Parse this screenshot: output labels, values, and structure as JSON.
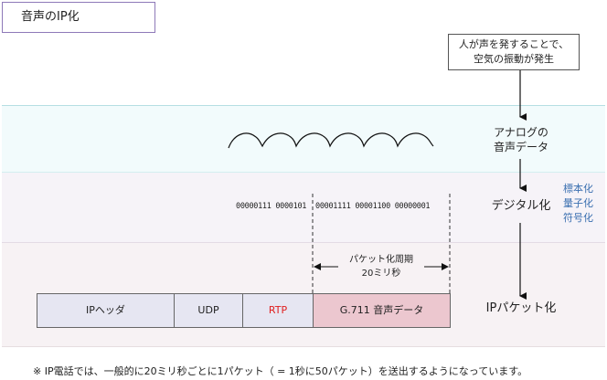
{
  "title": "音声のIP化",
  "note": {
    "line1": "人が声を発することで、",
    "line2": "空気の振動が発生"
  },
  "analog": {
    "line1": "アナログの",
    "line2": "音声データ"
  },
  "digital": {
    "label": "デジタル化",
    "bits_left": "00000111 0000101",
    "bits_right": "00001111 00001100 00000001",
    "steps": [
      "標本化",
      "量子化",
      "符号化"
    ]
  },
  "ip": {
    "label": "IPパケット化",
    "period_line1": "パケット化周期",
    "period_line2": "20ミリ秒",
    "segments": [
      {
        "label": "IPヘッダ",
        "color": "#e6e6f2"
      },
      {
        "label": "UDP",
        "color": "#e6e6f2"
      },
      {
        "label": "RTP",
        "color": "#e6e6f2",
        "text_color": "#e02020"
      },
      {
        "label": "G.711 音声データ",
        "color": "#ecc7cf"
      }
    ]
  },
  "footnote": "※ IP電話では、一般的に20ミリ秒ごとに1パケット（ = 1秒に50パケット）を送出するようになっています。"
}
